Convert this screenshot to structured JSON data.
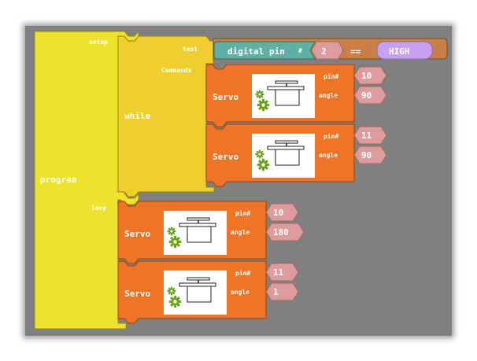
{
  "program_block": {
    "label": "program",
    "setup_label": "setup",
    "loop_label": "loop",
    "color": "#eee22e"
  },
  "while_block": {
    "label": "while",
    "test_label": "test",
    "commands_label": "Commands",
    "color": "#eecf2e"
  },
  "condition": {
    "digital_pin_label": "digital pin",
    "hash_label": "#",
    "pin_value": "2",
    "operator": "==",
    "state": "HIGH",
    "colors": {
      "comparison": "#c97f45",
      "digital_pin": "#5fb0a2",
      "value": "#dd9c9c",
      "state": "#c8a0f0"
    }
  },
  "servo_colors": {
    "block": "#ee7428",
    "image_bg": "#ffffff",
    "gear": "#6aa319"
  },
  "servos": [
    {
      "label": "Servo",
      "pin_label": "pin#",
      "pin": "10",
      "angle_label": "angle",
      "angle": "90",
      "icon": "servo-motor-icon"
    },
    {
      "label": "Servo",
      "pin_label": "pin#",
      "pin": "11",
      "angle_label": "angle",
      "angle": "90",
      "icon": "servo-motor-icon"
    },
    {
      "label": "Servo",
      "pin_label": "pin#",
      "pin": "10",
      "angle_label": "angle",
      "angle": "180",
      "icon": "servo-motor-icon"
    },
    {
      "label": "Servo",
      "pin_label": "pin#",
      "pin": "11",
      "angle_label": "angle",
      "angle": "1",
      "icon": "servo-motor-icon"
    }
  ]
}
